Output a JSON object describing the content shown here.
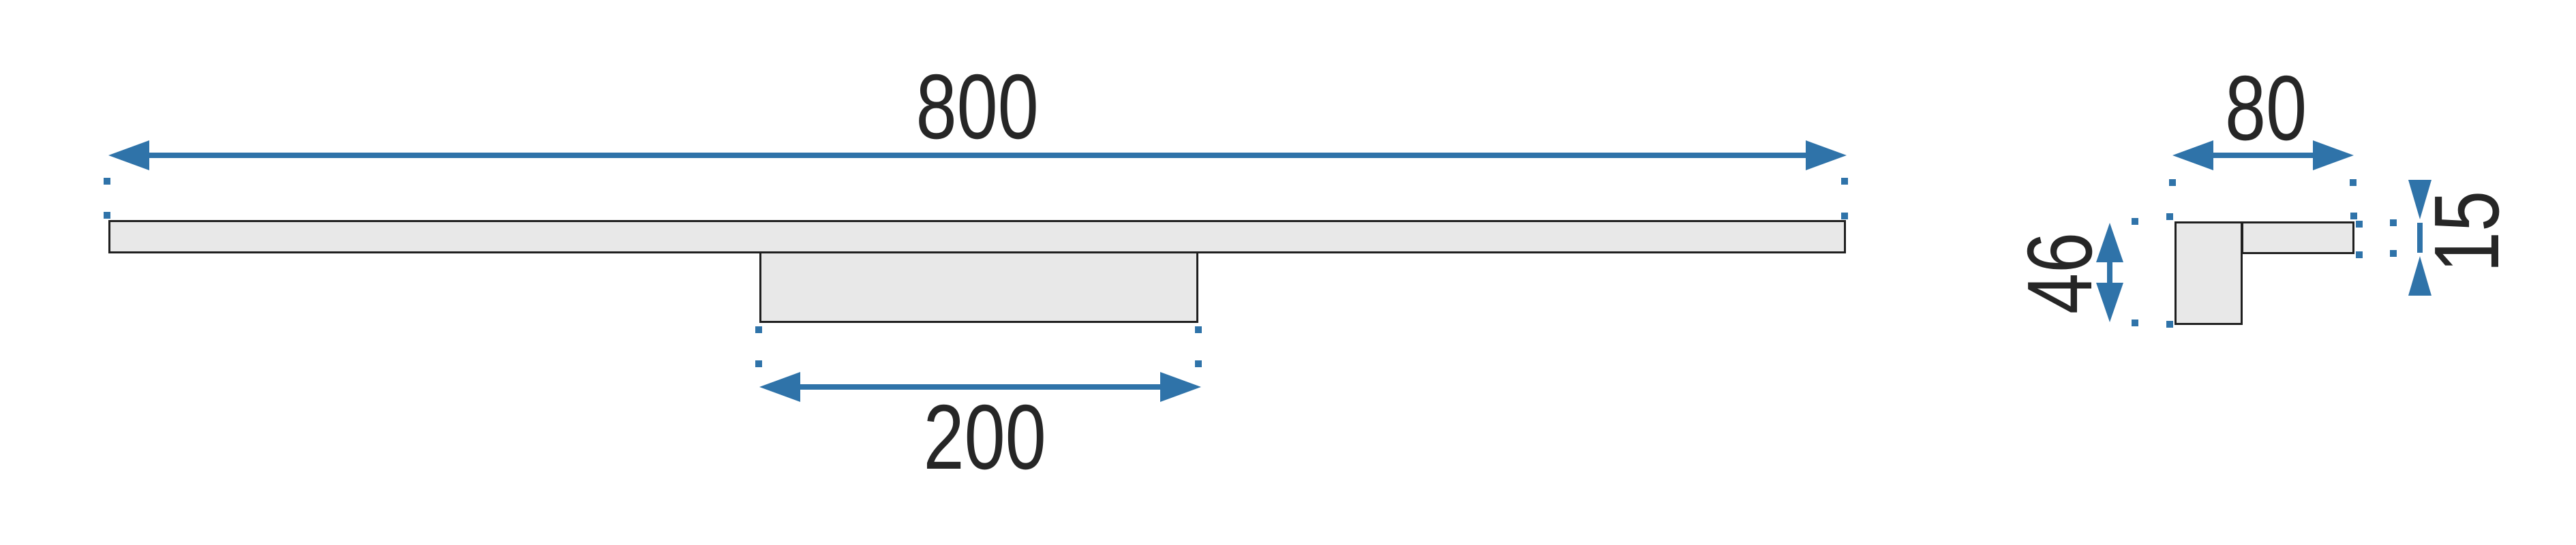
{
  "dimensions": {
    "front_width": "800",
    "bracket_width": "200",
    "side_width": "80",
    "side_height": "46",
    "flange_thickness": "15"
  },
  "icons": {
    "arrowheads": "left-right-up-down solid triangles on dimension lines",
    "extension_dots": "small square dots marking dotted extension lines"
  },
  "colors": {
    "dimension_blue": "#2f73a9",
    "shape_fill": "#e8e8e8",
    "shape_stroke": "#1f1f1f",
    "text_color": "#262626",
    "background": "#ffffff"
  }
}
